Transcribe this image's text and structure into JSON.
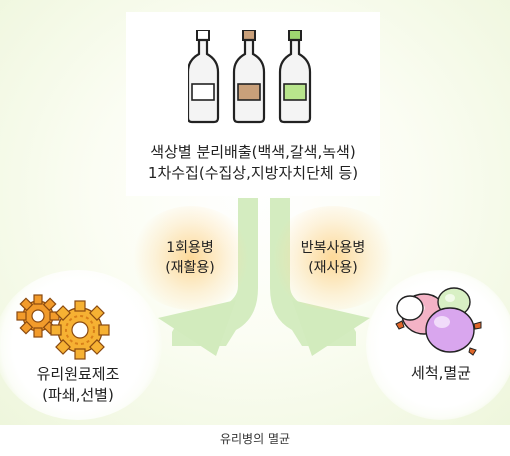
{
  "collection": {
    "line1": "색상별 분리배출(백색,갈색,녹색)",
    "line2": "1차수집(수집상,지방자치단체 등)"
  },
  "left_route": {
    "line1": "1회용병",
    "line2": "(재활용)"
  },
  "right_route": {
    "line1": "반복사용병",
    "line2": "(재사용)"
  },
  "left_result": {
    "line1": "유리원료제조",
    "line2": "(파쇄,선별)",
    "icon": "gears"
  },
  "right_result": {
    "line1": "세척,멸균",
    "icon": "bubbles"
  },
  "bottles": {
    "icon": "bottles",
    "colors": [
      "#ffffff",
      "#c9a07a",
      "#9fd670"
    ]
  },
  "caption": "유리병의 멸균"
}
